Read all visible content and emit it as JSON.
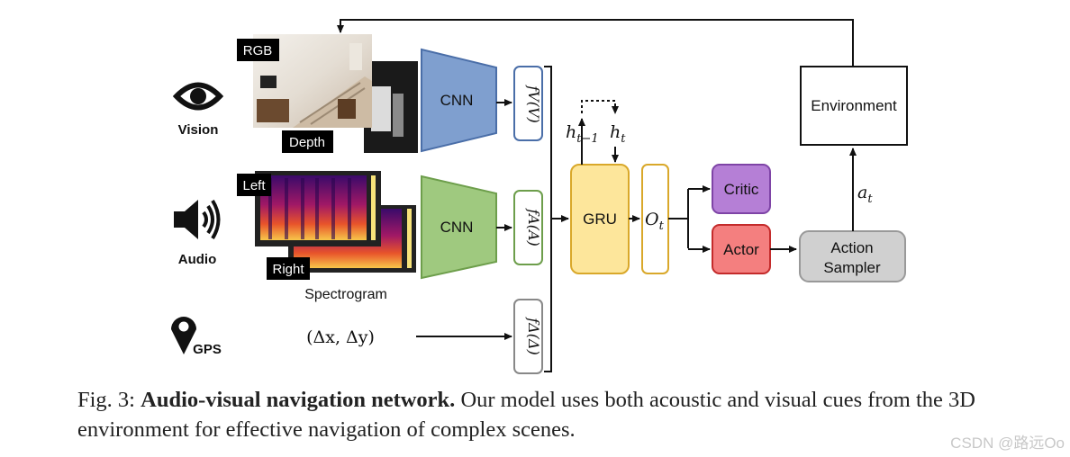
{
  "inputs": {
    "vision_label": "Vision",
    "audio_label": "Audio",
    "gps_label": "GPS",
    "rgb_label": "RGB",
    "depth_label": "Depth",
    "left_label": "Left",
    "right_label": "Right",
    "spectrogram_label": "Spectrogram",
    "gps_vector": "(Δx, Δy)",
    "icons": [
      "eye-icon",
      "speaker-icon",
      "map-pin-icon"
    ]
  },
  "encoders": {
    "vision_cnn": "CNN",
    "audio_cnn": "CNN",
    "fv": "fV(V)",
    "fa": "fA(A)",
    "fd": "fΔ(Δ)"
  },
  "core": {
    "gru": "GRU",
    "h_prev": "ht−1",
    "h_t": "ht",
    "o_t": "Ot",
    "critic": "Critic",
    "actor": "Actor",
    "action_sampler": "Action Sampler",
    "action": "at",
    "environment": "Environment"
  },
  "colors": {
    "cnn_vision": "#7f9fcf",
    "cnn_audio": "#9fc97f",
    "gru": "#fde69b",
    "critic": "#b57fd6",
    "actor": "#f47f7f",
    "sampler": "#d0d0d0"
  },
  "caption": {
    "prefix": "Fig. 3:",
    "bold": "Audio-visual navigation network.",
    "text": "Our model uses both acoustic and visual cues from the 3D environment for effective navigation of complex scenes."
  },
  "watermark": "CSDN @路远Oo"
}
